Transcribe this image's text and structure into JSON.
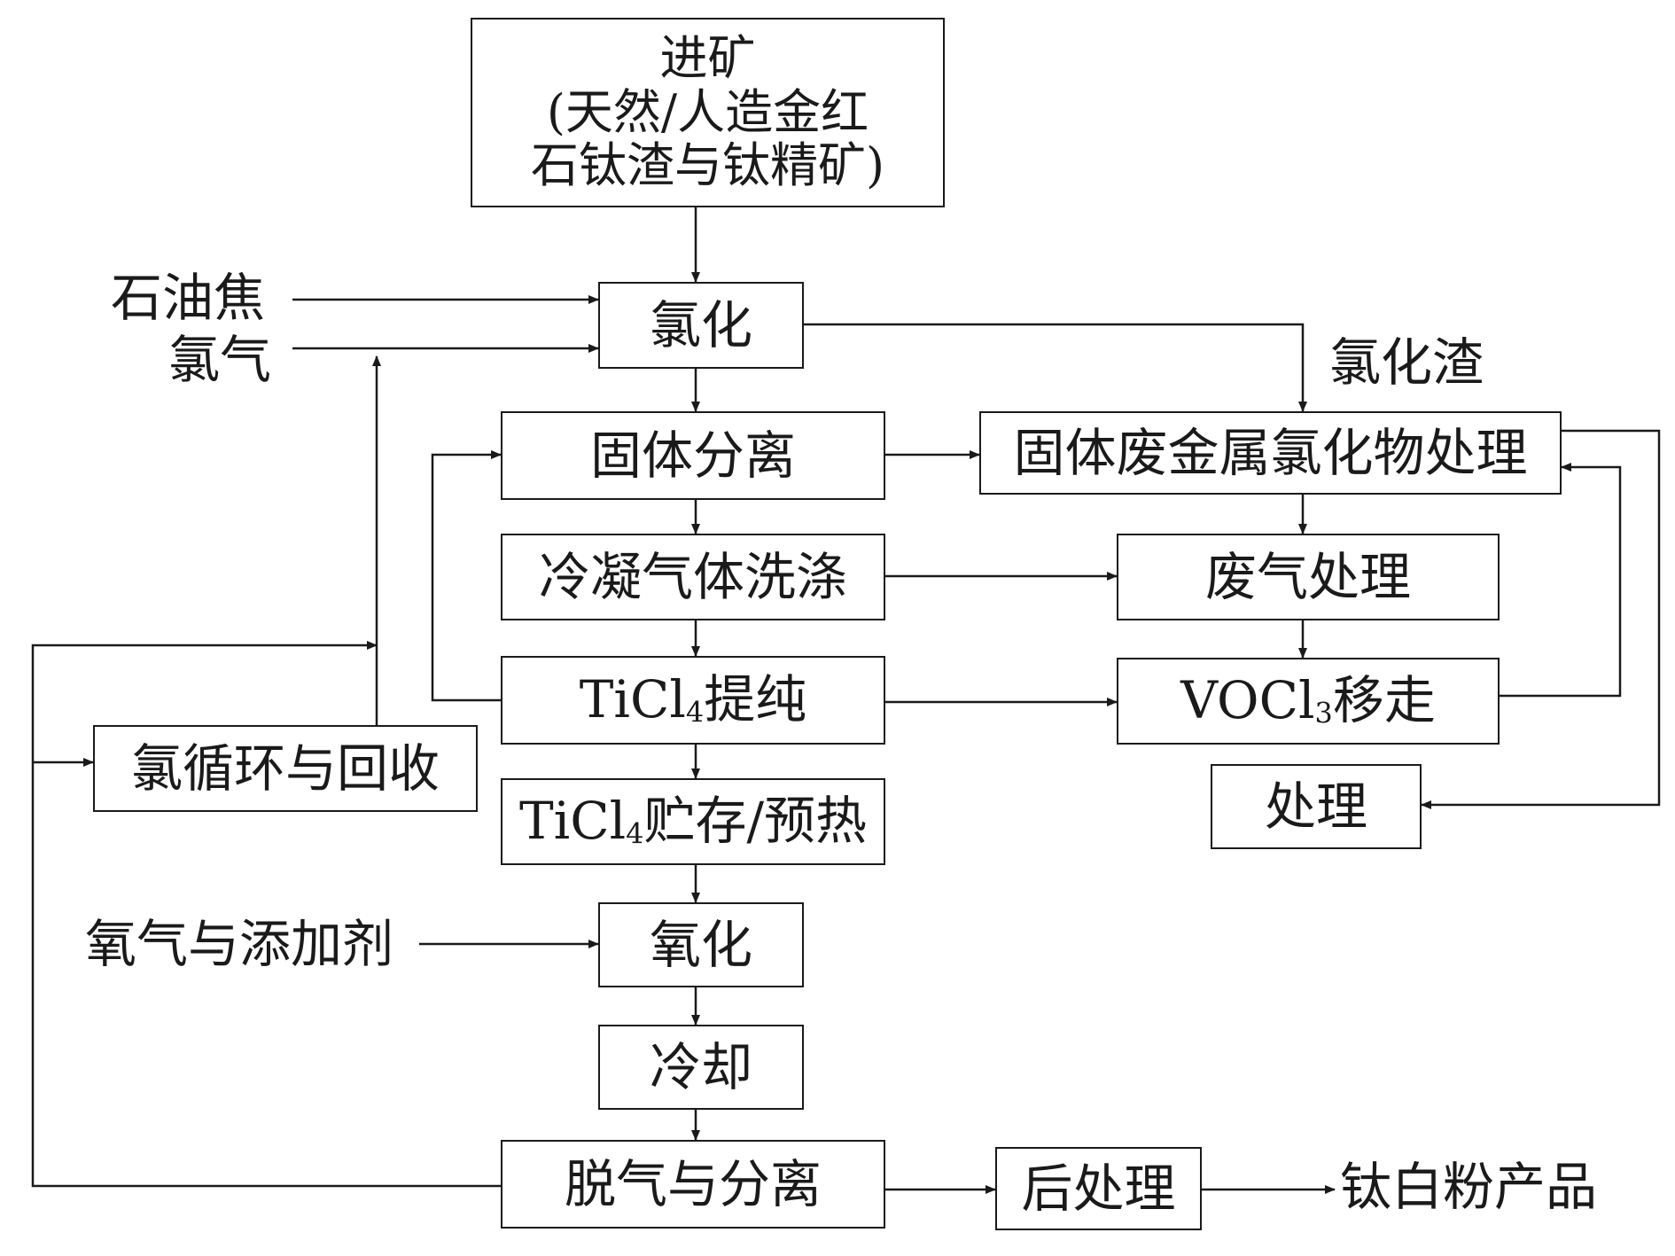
{
  "diagram": {
    "feed": {
      "line1": "进矿",
      "line2": "(天然/人造金红",
      "line3": "石钛渣与钛精矿)"
    },
    "inputs": {
      "petroleum_coke": "石油焦",
      "chlorine_gas": "氯气",
      "oxygen_additives": "氧气与添加剂"
    },
    "steps": {
      "chlorination": "氯化",
      "solid_separation": "固体分离",
      "condense_wash": "冷凝气体洗涤",
      "purify_prefix": "TiCl",
      "purify_sub": "4",
      "purify_suffix": "提纯",
      "storage_prefix": "TiCl",
      "storage_sub": "4",
      "storage_suffix": "贮存/预热",
      "oxidation": "氧化",
      "cooling": "冷却",
      "degas_separation": "脱气与分离",
      "post_treatment": "后处理",
      "chlorine_recycle": "氯循环与回收"
    },
    "waste": {
      "chlorination_residue": "氯化渣",
      "solid_waste_chloride": "固体废金属氯化物处理",
      "waste_gas": "废气处理",
      "voc_prefix": "VOCl",
      "voc_sub": "3",
      "voc_suffix": "移走",
      "disposal": "处理"
    },
    "output": {
      "product": "钛白粉产品"
    }
  }
}
